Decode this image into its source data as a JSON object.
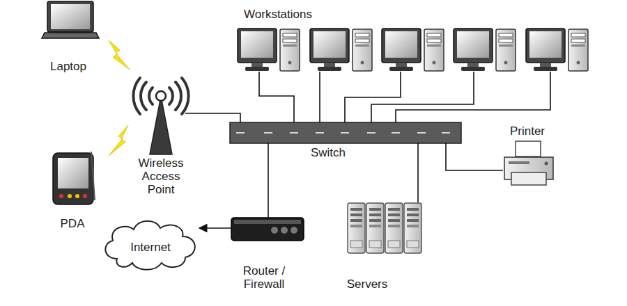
{
  "diagram": {
    "nodes": [
      {
        "text": [
          "Laptop"
        ]
      },
      {
        "text": [
          "Workstations"
        ]
      },
      {
        "text": [
          "Wireless Access Point"
        ]
      },
      {
        "text": [
          "Switch"
        ]
      },
      {
        "text": [
          "Printer"
        ]
      },
      {
        "text": [
          "PDA"
        ]
      },
      {
        "text": [
          "Internet"
        ]
      },
      {
        "text": [
          "Router / Firewall"
        ]
      },
      {
        "text": [
          "Servers"
        ]
      }
    ],
    "edges": [
      {
        "from": 2,
        "to": 3,
        "arrow": "none"
      },
      {
        "from": 1,
        "to": 3,
        "arrow": "none"
      },
      {
        "from": 1,
        "to": 3,
        "arrow": "none"
      },
      {
        "from": 1,
        "to": 3,
        "arrow": "none"
      },
      {
        "from": 1,
        "to": 3,
        "arrow": "none"
      },
      {
        "from": 1,
        "to": 3,
        "arrow": "none"
      },
      {
        "from": 3,
        "to": 4,
        "arrow": "none"
      },
      {
        "from": 3,
        "to": 8,
        "arrow": "none"
      },
      {
        "from": 3,
        "to": 7,
        "arrow": "none"
      },
      {
        "from": 7,
        "to": 6,
        "arrow": "to"
      }
    ]
  }
}
